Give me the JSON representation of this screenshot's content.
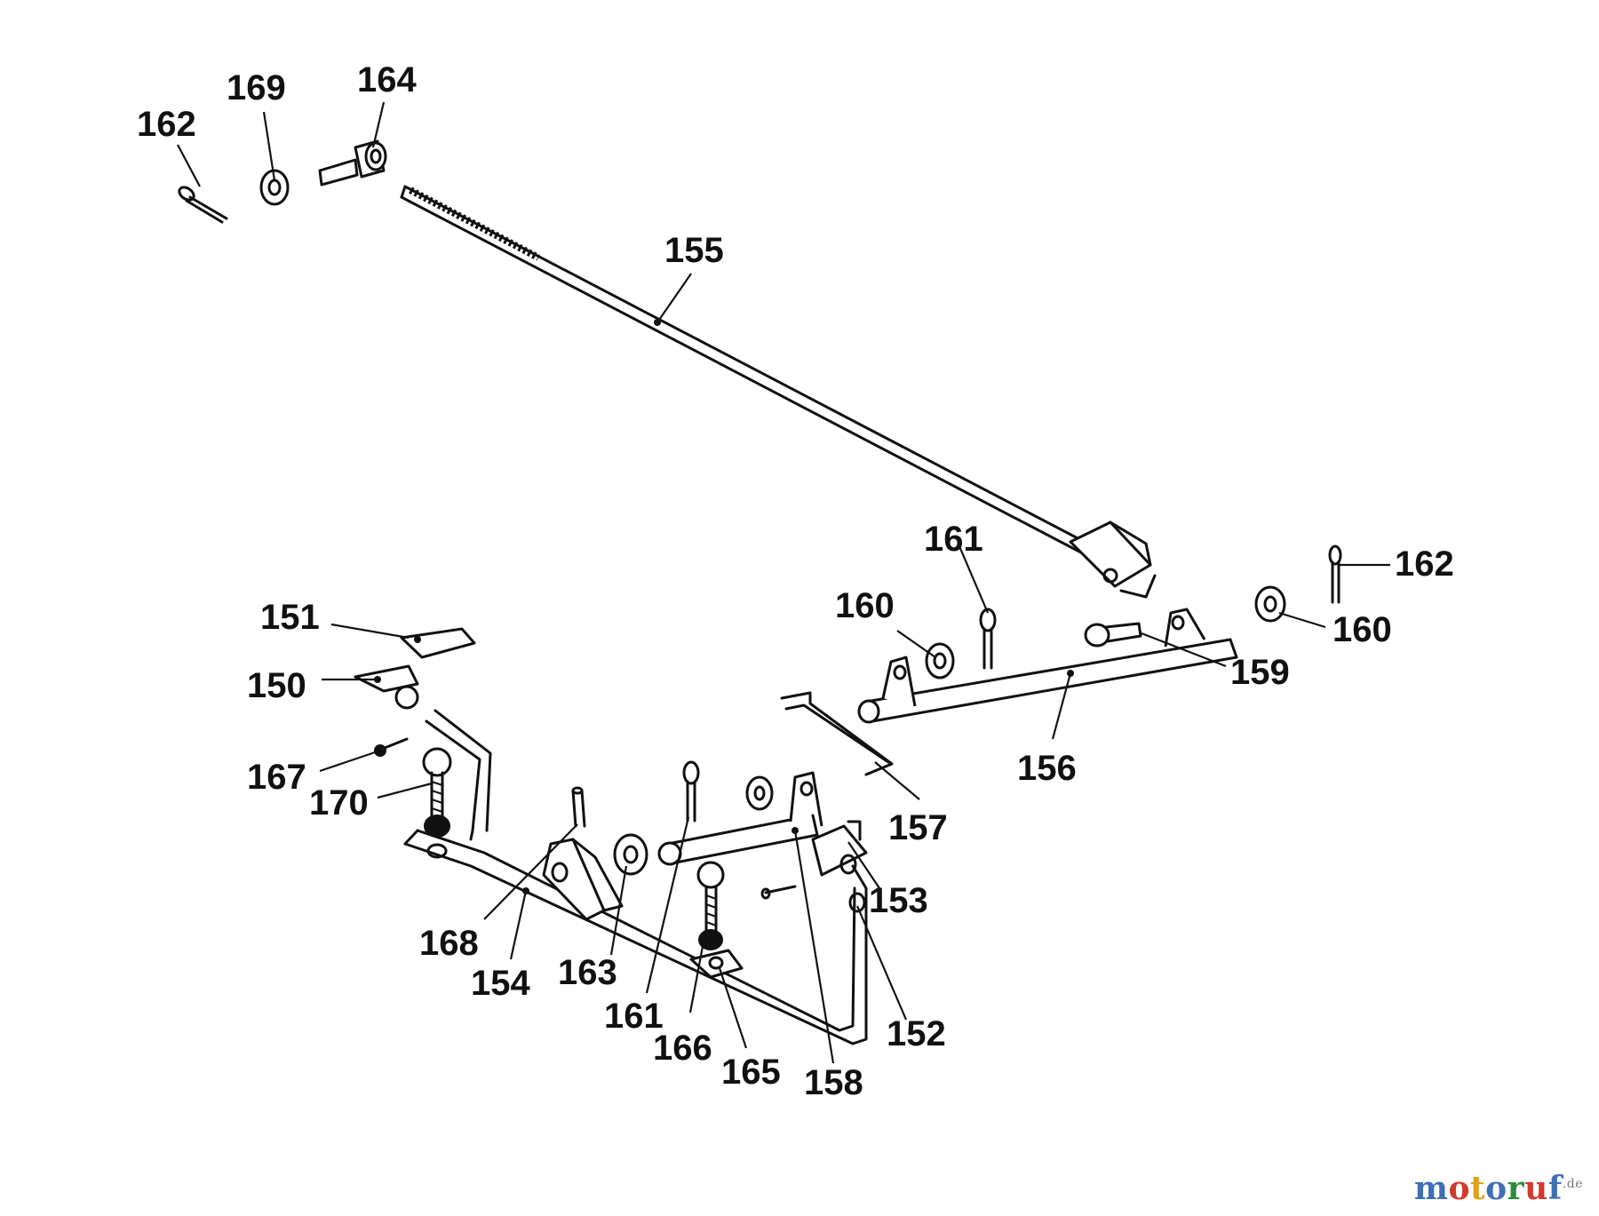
{
  "labels": {
    "p162a": "162",
    "p169": "169",
    "p164": "164",
    "p155": "155",
    "p161a": "161",
    "p162b": "162",
    "p160a": "160",
    "p160b": "160",
    "p159": "159",
    "p156": "156",
    "p151": "151",
    "p150": "150",
    "p167": "167",
    "p170": "170",
    "p157": "157",
    "p153": "153",
    "p168": "168",
    "p154": "154",
    "p163": "163",
    "p161b": "161",
    "p166": "166",
    "p165": "165",
    "p158": "158",
    "p152": "152"
  },
  "watermark": {
    "brand": "motoruf",
    "suffix": ".de",
    "colors": [
      "#3f6fb5",
      "#d23a2b",
      "#e0a21b",
      "#3f6fb5",
      "#2e8b3e",
      "#d23a2b",
      "#3f6fb5"
    ]
  }
}
